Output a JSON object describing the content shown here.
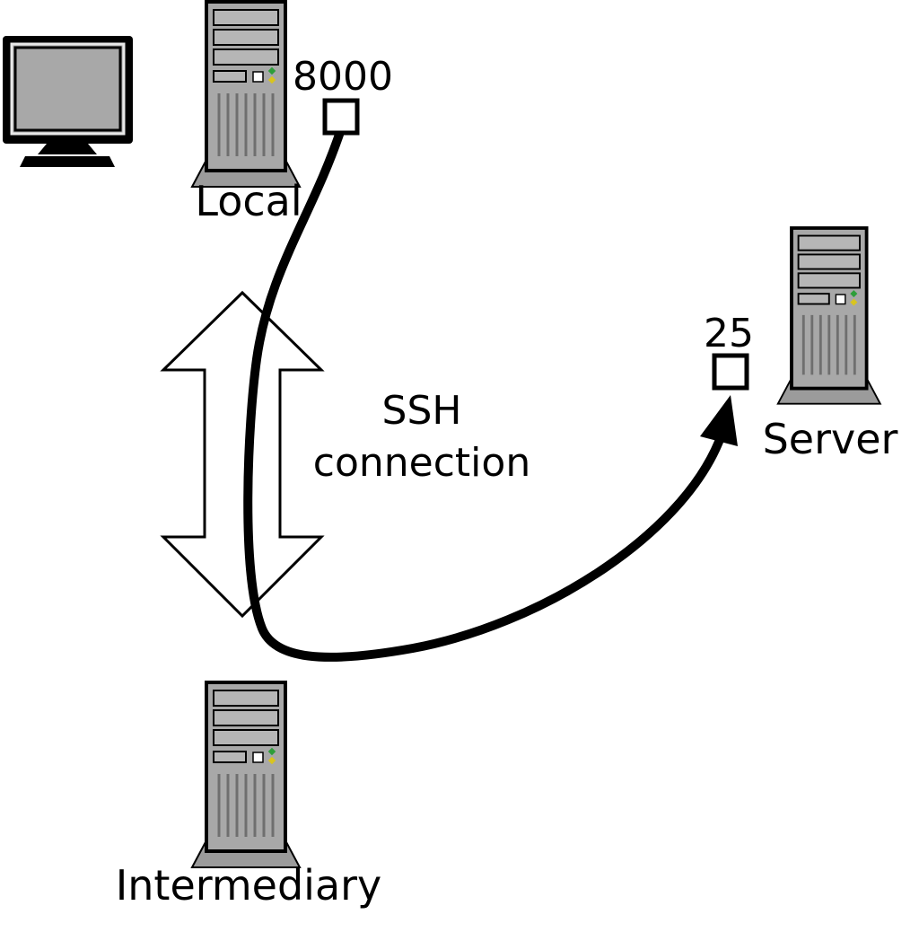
{
  "nodes": {
    "local": {
      "label": "Local",
      "port": "8000"
    },
    "server": {
      "label": "Server",
      "port": "25"
    },
    "intermediary": {
      "label": "Intermediary"
    }
  },
  "connection": {
    "line1": "SSH",
    "line2": "connection"
  },
  "colors": {
    "tower_body": "#a8a8a8",
    "tower_bay": "#b6b6b6",
    "tower_base": "#9b9b9b",
    "monitor_screen": "#a8a8a8",
    "led_green": "#2e9e3a",
    "led_yellow": "#d8c420",
    "cable": "#000000",
    "port_box_fill": "#ffffff"
  }
}
